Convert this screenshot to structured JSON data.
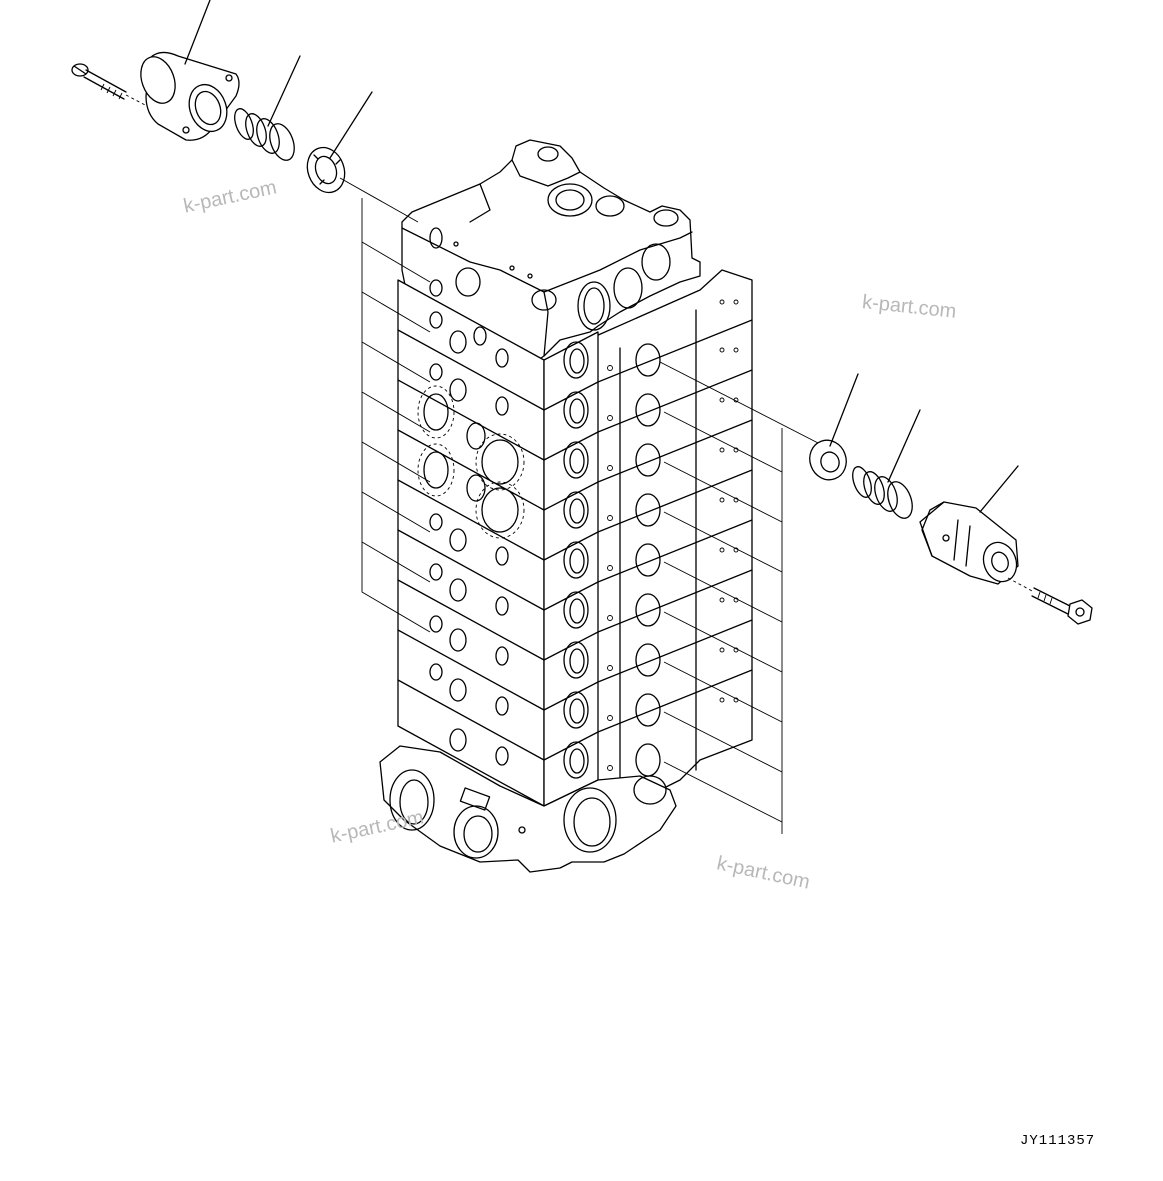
{
  "watermarks": [
    "k-part.com",
    "k-part.com",
    "k-part.com",
    "k-part.com"
  ],
  "drawing_code": "JY111357"
}
